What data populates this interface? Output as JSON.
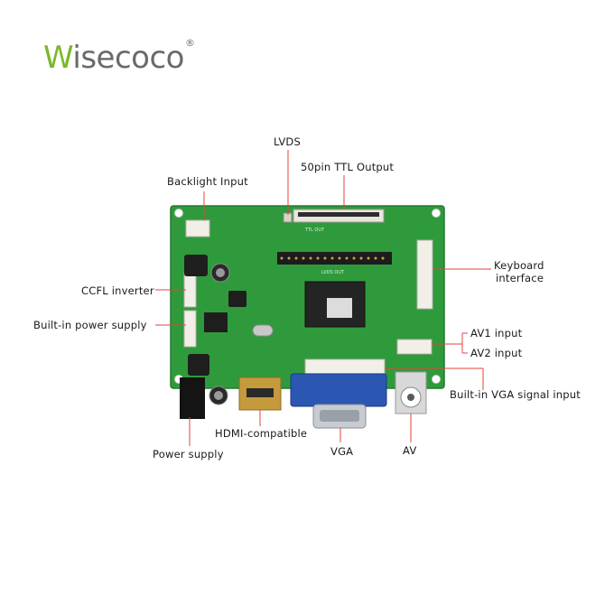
{
  "brand": {
    "initial": "W",
    "rest": "isecoco",
    "registered": "®"
  },
  "labels": {
    "lvds": "LVDS",
    "ttl_output": "50pin TTL Output",
    "backlight_input": "Backlight Input",
    "keyboard_line1": "Keyboard",
    "keyboard_line2": "interface",
    "ccfl_inverter": "CCFL inverter",
    "power_supply_builtin": "Built-in power supply",
    "av1_input": "AV1 input",
    "av2_input": "AV2 input",
    "vga_signal_input": "Built-in VGA signal input",
    "power_supply": "Power supply",
    "hdmi": "HDMI-compatible",
    "vga": "VGA",
    "av": "AV"
  },
  "board_silkscreen": {
    "ttl": "TTL OUT",
    "lvds": "LVDS OUT"
  },
  "colors": {
    "brand_green": "#7ab82b",
    "brand_gray": "#6a6a6a",
    "pcb": "#2f9a3c",
    "leader_line": "#e0443a",
    "vga_blue": "#2b57b3"
  }
}
